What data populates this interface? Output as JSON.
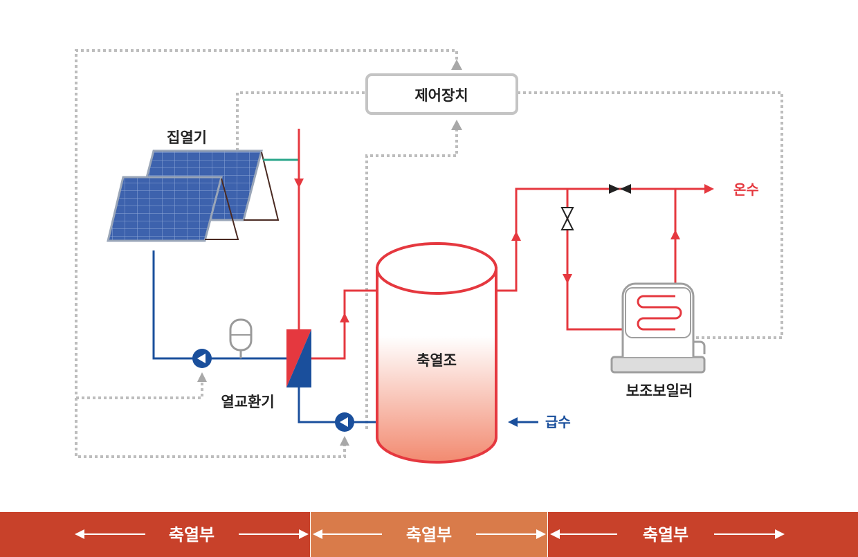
{
  "labels": {
    "controller": "제어장치",
    "collector": "집열기",
    "heat_exchanger": "열교환기",
    "storage_tank": "축열조",
    "aux_boiler": "보조보일러",
    "hot_water": "온수",
    "supply_water": "급수"
  },
  "sections": [
    {
      "label": "축열부",
      "color": "#c8412a"
    },
    {
      "label": "축열부",
      "color": "#d97b4a"
    },
    {
      "label": "축열부",
      "color": "#c8412a"
    }
  ],
  "colors": {
    "hot_pipe": "#e5383f",
    "cold_pipe": "#1a4f9c",
    "control_line": "#bdbdbd",
    "collector_link": "#2aa68a",
    "panel_blue": "#3a5ea8",
    "pump": "#1a4f9c",
    "tank_bottom": "#f28a70"
  }
}
